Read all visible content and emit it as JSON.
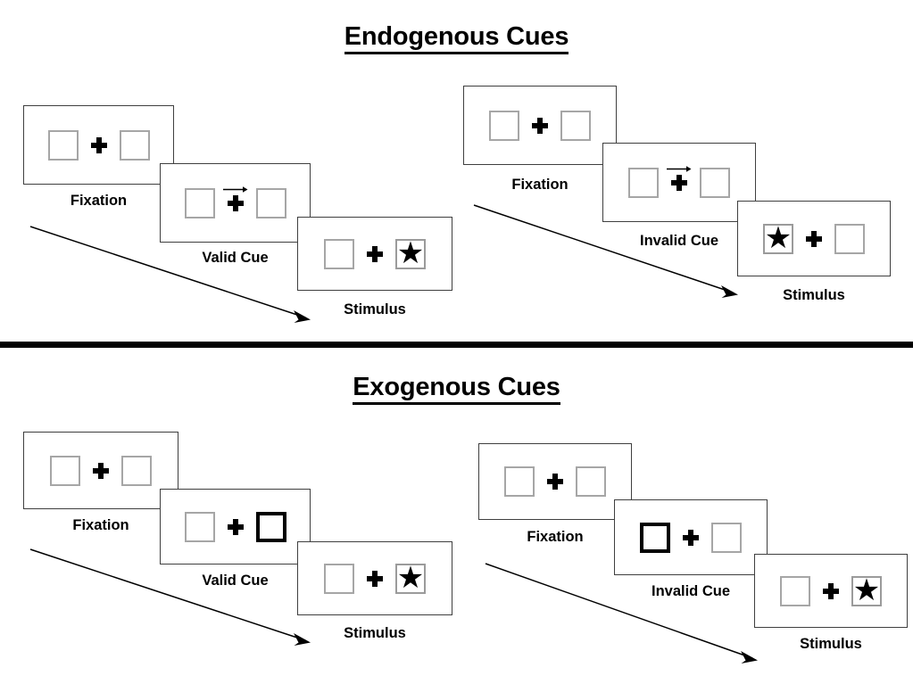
{
  "figure": {
    "title_top": "Endogenous Cues",
    "title_bottom": "Exogenous Cues",
    "background_color": "#ffffff",
    "line_color": "#3f3f3f",
    "square_color": "#a6a6a6",
    "accent_color": "#000000"
  },
  "sections": [
    {
      "id": "endogenous",
      "title": "Endogenous Cues",
      "columns": [
        {
          "id": "endogenous-valid",
          "panels": [
            {
              "caption": "Fixation",
              "left_box": "empty",
              "right_box": "empty",
              "center": "plus",
              "cue": "none"
            },
            {
              "caption": "Valid Cue",
              "left_box": "empty",
              "right_box": "empty",
              "center": "plus",
              "cue": "arrow-right"
            },
            {
              "caption": "Stimulus",
              "left_box": "empty",
              "right_box": "star",
              "center": "plus",
              "cue": "none"
            }
          ]
        },
        {
          "id": "endogenous-invalid",
          "panels": [
            {
              "caption": "Fixation",
              "left_box": "empty",
              "right_box": "empty",
              "center": "plus",
              "cue": "none"
            },
            {
              "caption": "Invalid Cue",
              "left_box": "empty",
              "right_box": "empty",
              "center": "plus",
              "cue": "arrow-right"
            },
            {
              "caption": "Stimulus",
              "left_box": "star",
              "right_box": "empty",
              "center": "plus",
              "cue": "none"
            }
          ]
        }
      ]
    },
    {
      "id": "exogenous",
      "title": "Exogenous Cues",
      "columns": [
        {
          "id": "exogenous-valid",
          "panels": [
            {
              "caption": "Fixation",
              "left_box": "empty",
              "right_box": "empty",
              "center": "plus",
              "cue": "none"
            },
            {
              "caption": "Valid Cue",
              "left_box": "empty",
              "right_box": "highlighted",
              "center": "plus",
              "cue": "none"
            },
            {
              "caption": "Stimulus",
              "left_box": "empty",
              "right_box": "star",
              "center": "plus",
              "cue": "none"
            }
          ]
        },
        {
          "id": "exogenous-invalid",
          "panels": [
            {
              "caption": "Fixation",
              "left_box": "empty",
              "right_box": "empty",
              "center": "plus",
              "cue": "none"
            },
            {
              "caption": "Invalid Cue",
              "left_box": "highlighted",
              "right_box": "empty",
              "center": "plus",
              "cue": "none"
            },
            {
              "caption": "Stimulus",
              "left_box": "empty",
              "right_box": "star",
              "center": "plus",
              "cue": "none"
            }
          ]
        }
      ]
    }
  ],
  "icons": {
    "star": "★",
    "cue_arrow": "arrow-right-icon",
    "timeline_arrow": "timeline-arrow-icon",
    "fixation_cross": "plus-icon"
  },
  "labels": {
    "fixation": "Fixation",
    "valid_cue": "Valid Cue",
    "invalid_cue": "Invalid Cue",
    "stimulus": "Stimulus"
  }
}
